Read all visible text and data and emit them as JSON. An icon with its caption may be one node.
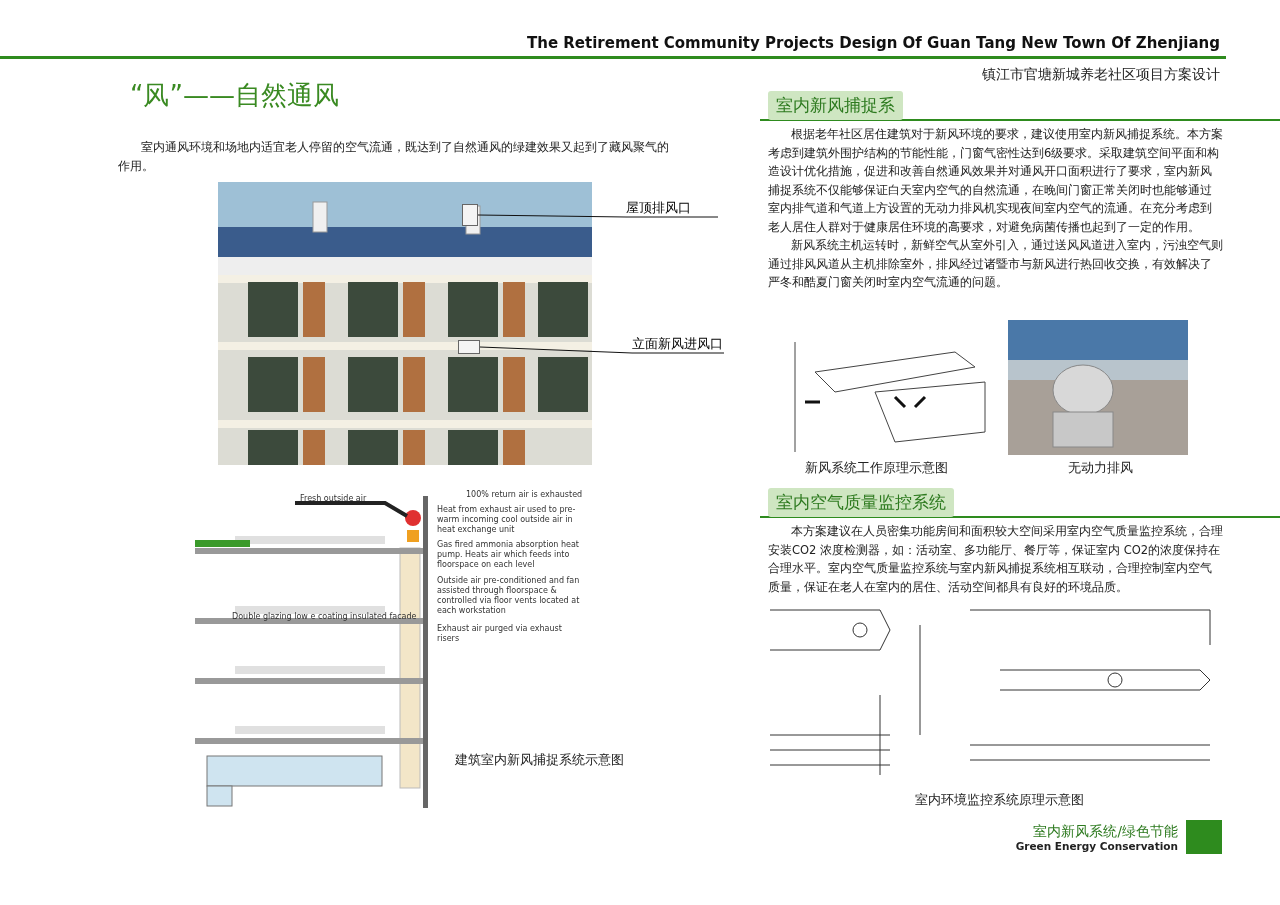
{
  "diagram": {
    "title": "The Retirement Community Projects Design Of Guan Tang New Town Of Zhenjiang",
    "nodes": [
      {
        "text": [
          "屋顶排风口"
        ]
      },
      {
        "text": [],
        "shape": "box"
      },
      {
        "text": [
          "立面新风进风口"
        ]
      },
      {
        "text": [],
        "shape": "box"
      }
    ],
    "edges": [
      {
        "from": 0,
        "to": 1,
        "arrow": "none"
      },
      {
        "from": 2,
        "to": 3,
        "arrow": "none"
      }
    ],
    "labels": [
      "镇江市官塘新城养老社区项目方案设计",
      "“风”——自然通风",
      "室内通风环境和场地内适宜老人停留的空气流通，既达到了自然通风的绿建效果又起到了藏风聚气的作用。",
      "Fresh outside air",
      "100% return air is exhausted",
      "Heat from exhaust air used to pre-warm incoming cool outside air in heat exchange unit",
      "Gas fired ammonia absorption heat pump. Heats air which feeds into floorspace on each level",
      "Double glazing low e coating insulated facade",
      "Outside air pre-conditioned and fan assisted through floorspace & controlled via floor vents located at each workstation",
      "Exhaust air purged via exhaust risers",
      "建筑室内新风捕捉系统示意图",
      "室内新风捕捉系",
      "根据老年社区居住建筑对于新风环境的要求，建议使用室内新风捕捉系统。本方案考虑到建筑外围护结构的节能性能，门窗气密性达到6级要求。采取建筑空间平面和构造设计优化措施，促进和改善自然通风效果并对通风开口面积进行了要求，室内新风捕捉系统不仅能够保证白天室内空气的自然流通，在晚间门窗正常关闭时也能够通过室内排气道和气道上方设置的无动力排风机实现夜间室内空气的流通。在充分考虑到老人居住人群对于健康居住环境的高要求，对避免病菌传播也起到了一定的作用。",
      "新风系统主机运转时，新鲜空气从室外引入，通过送风风道进入室内，污浊空气则通过排风风道从主机排除室外，排风经过诸暨市与新风进行热回收交换，有效解决了严冬和酷夏门窗关闭时室内空气流通的问题。",
      "新风系统工作原理示意图",
      "无动力排风",
      "室内空气质量监控系统",
      "本方案建议在人员密集功能房间和面积较大空间采用室内空气质量监控系统，合理安装CO2 浓度检测器，如：活动室、多功能厅、餐厅等，保证室内 CO2的浓度保持在合理水平。室内空气质量监控系统与室内新风捕捉系统相互联动，合理控制室内空气质量，保证在老人在室内的居住、活动空间都具有良好的环境品质。",
      "室内环境监控系统原理示意图",
      "室内新风系统/绿色节能",
      "Green Energy Conservation"
    ]
  }
}
